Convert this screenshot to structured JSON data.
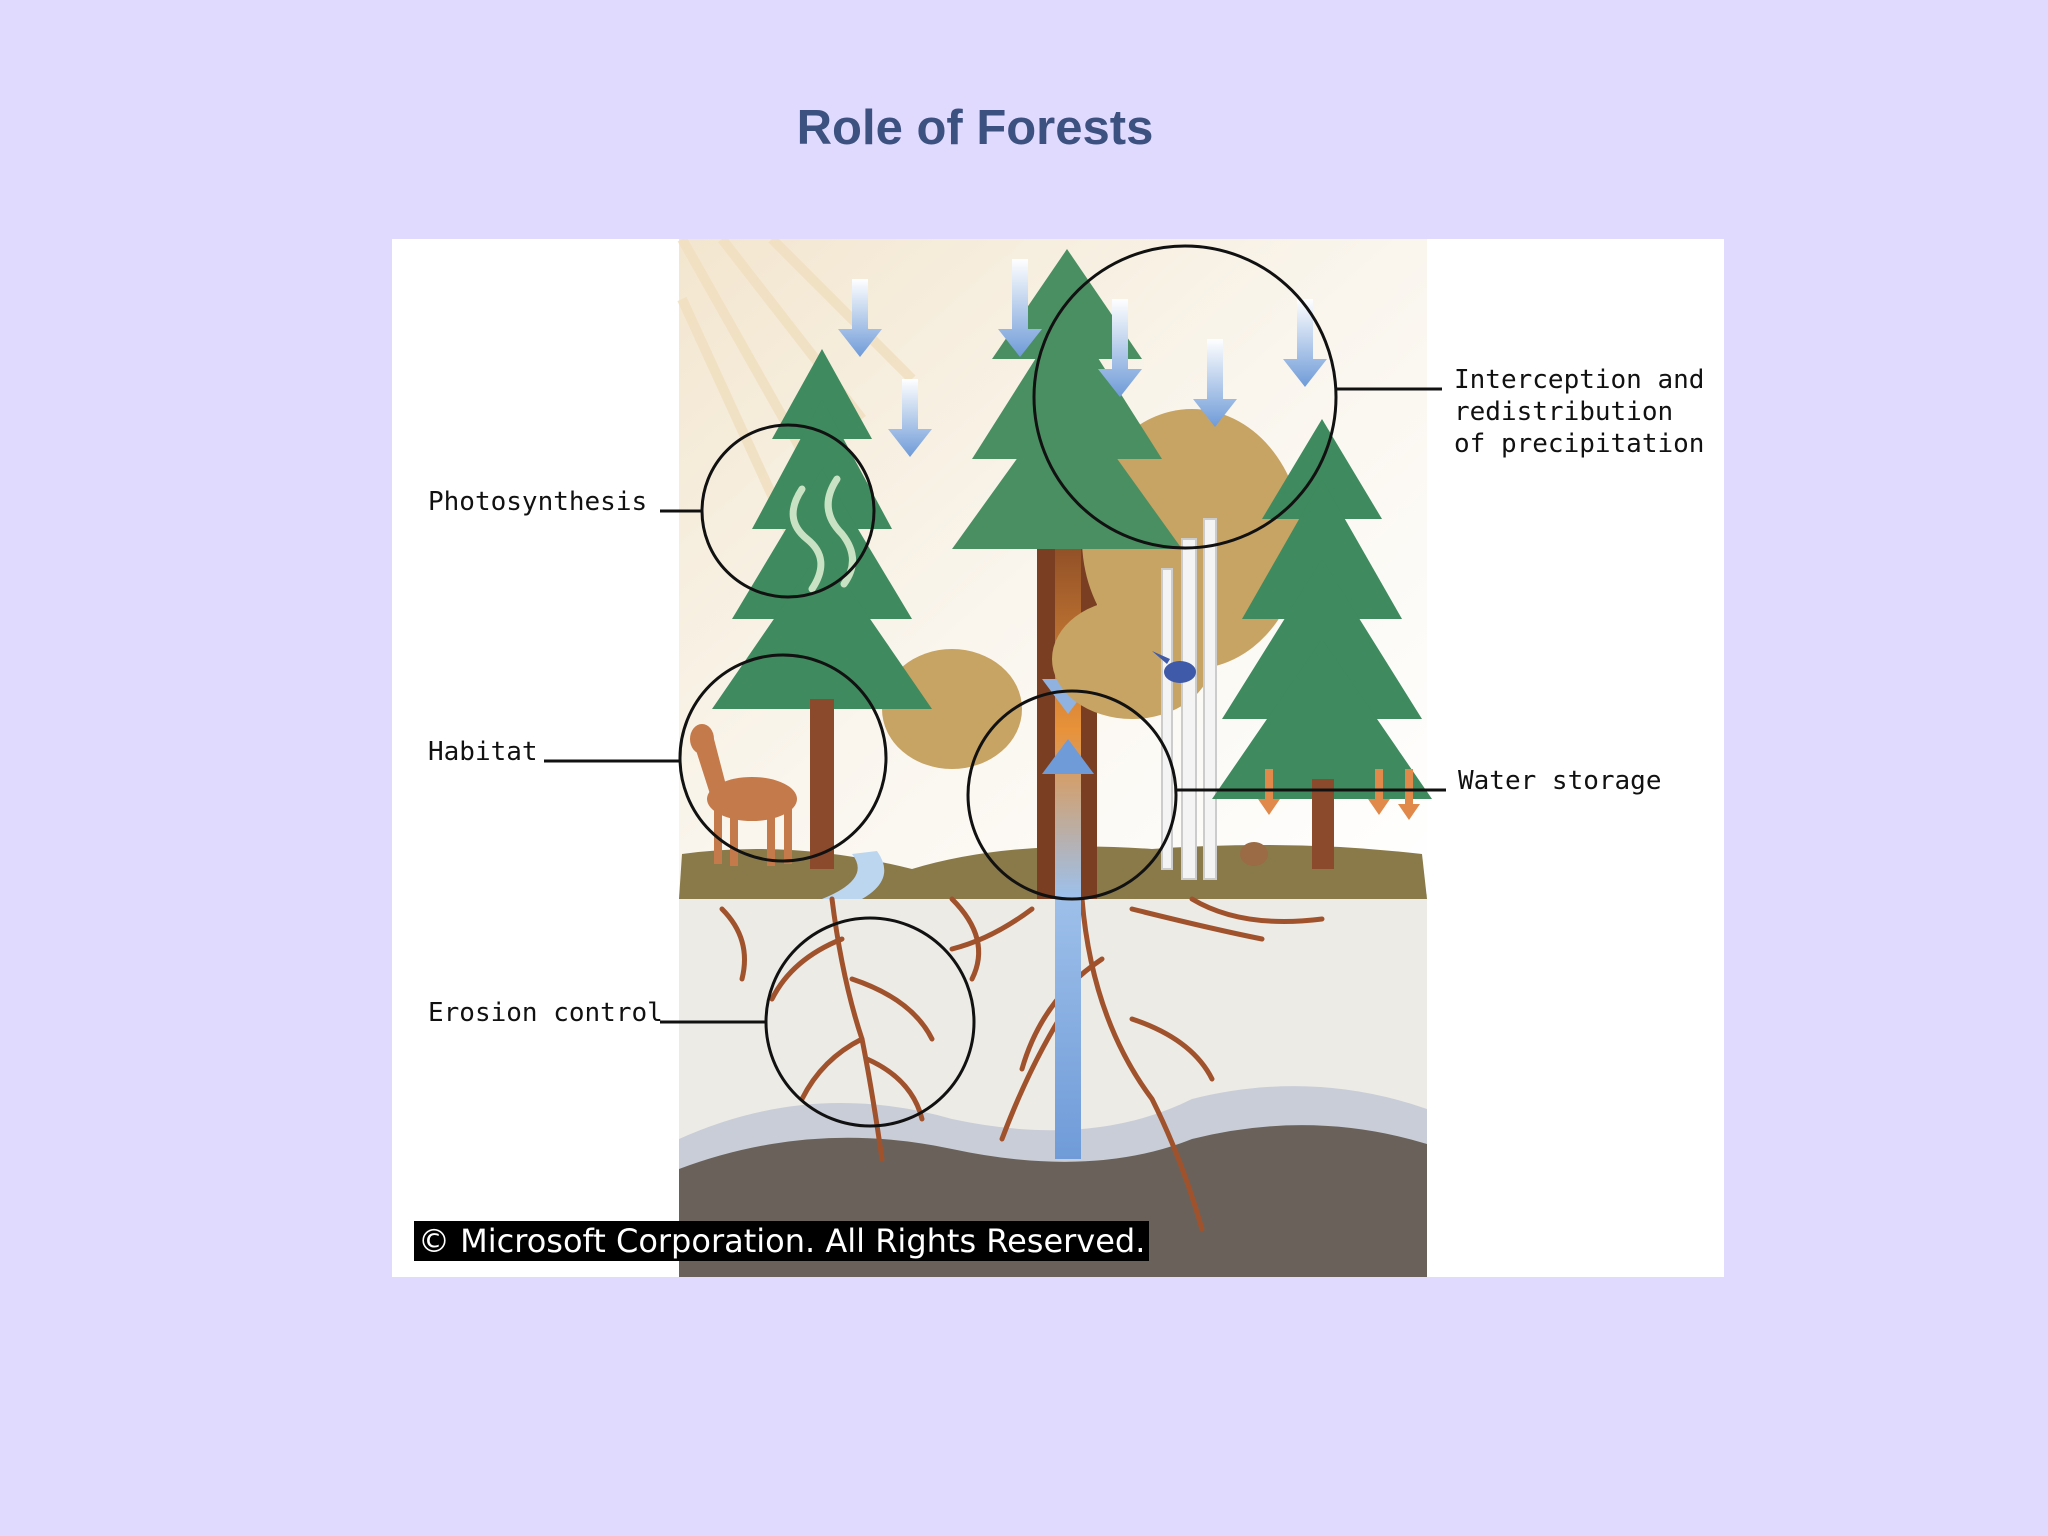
{
  "slide": {
    "title": "Role of Forests",
    "background": "#e0dafe",
    "title_color": "#3d5181"
  },
  "diagram": {
    "labels": {
      "photosynthesis": "Photosynthesis",
      "habitat": "Habitat",
      "erosion_control": "Erosion control",
      "interception": [
        "Interception and",
        "redistribution",
        "of precipitation"
      ],
      "water_storage": "Water storage"
    },
    "copyright": "© Microsoft Corporation. All Rights Reserved.",
    "colors": {
      "tree_green": "#3f8a5e",
      "trunk_brown": "#8b4a2b",
      "root_brown": "#a0522d",
      "ground_brown": "#8a7a4a",
      "water_arrow": "#7fa7dc",
      "soil": "#ecebe6"
    }
  }
}
